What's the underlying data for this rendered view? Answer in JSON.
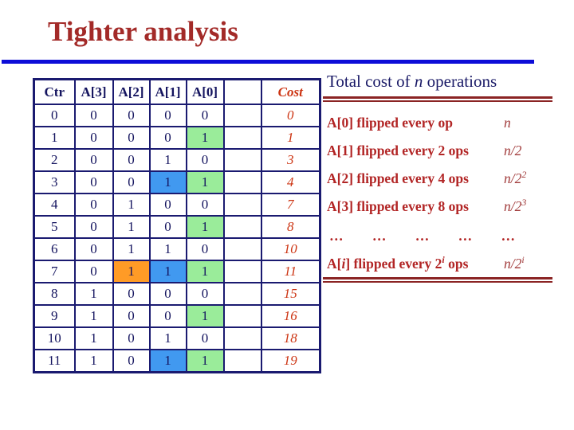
{
  "slide": {
    "title": "Tighter analysis"
  },
  "table": {
    "headers": [
      "Ctr",
      "A[3]",
      "A[2]",
      "A[1]",
      "A[0]",
      "",
      "Cost"
    ],
    "rows": [
      {
        "ctr": "0",
        "bits": [
          "0",
          "0",
          "0",
          "0"
        ],
        "hl": [
          "",
          "",
          "",
          ""
        ],
        "cost": "0"
      },
      {
        "ctr": "1",
        "bits": [
          "0",
          "0",
          "0",
          "1"
        ],
        "hl": [
          "",
          "",
          "",
          "g"
        ],
        "cost": "1"
      },
      {
        "ctr": "2",
        "bits": [
          "0",
          "0",
          "1",
          "0"
        ],
        "hl": [
          "",
          "",
          "",
          ""
        ],
        "cost": "3"
      },
      {
        "ctr": "3",
        "bits": [
          "0",
          "0",
          "1",
          "1"
        ],
        "hl": [
          "",
          "",
          "b",
          "g"
        ],
        "cost": "4"
      },
      {
        "ctr": "4",
        "bits": [
          "0",
          "1",
          "0",
          "0"
        ],
        "hl": [
          "",
          "",
          "",
          ""
        ],
        "cost": "7"
      },
      {
        "ctr": "5",
        "bits": [
          "0",
          "1",
          "0",
          "1"
        ],
        "hl": [
          "",
          "",
          "",
          "g"
        ],
        "cost": "8"
      },
      {
        "ctr": "6",
        "bits": [
          "0",
          "1",
          "1",
          "0"
        ],
        "hl": [
          "",
          "",
          "",
          ""
        ],
        "cost": "10"
      },
      {
        "ctr": "7",
        "bits": [
          "0",
          "1",
          "1",
          "1"
        ],
        "hl": [
          "",
          "o",
          "b",
          "g"
        ],
        "cost": "11"
      },
      {
        "ctr": "8",
        "bits": [
          "1",
          "0",
          "0",
          "0"
        ],
        "hl": [
          "",
          "",
          "",
          ""
        ],
        "cost": "15"
      },
      {
        "ctr": "9",
        "bits": [
          "1",
          "0",
          "0",
          "1"
        ],
        "hl": [
          "",
          "",
          "",
          "g"
        ],
        "cost": "16"
      },
      {
        "ctr": "10",
        "bits": [
          "1",
          "0",
          "1",
          "0"
        ],
        "hl": [
          "",
          "",
          "",
          ""
        ],
        "cost": "18"
      },
      {
        "ctr": "11",
        "bits": [
          "1",
          "0",
          "1",
          "1"
        ],
        "hl": [
          "",
          "",
          "b",
          "g"
        ],
        "cost": "19"
      }
    ]
  },
  "panel": {
    "title_segments": [
      {
        "text": "Total cost of ",
        "style": "normal"
      },
      {
        "text": "n",
        "style": "italic"
      },
      {
        "text": " operations",
        "style": "normal"
      }
    ],
    "items": [
      {
        "segments": [
          {
            "text": "A[0] flipped every op",
            "style": "normal"
          }
        ],
        "expr": [
          {
            "text": "n",
            "style": "italic"
          }
        ]
      },
      {
        "segments": [
          {
            "text": "A[1] flipped every 2 ops",
            "style": "normal"
          }
        ],
        "expr": [
          {
            "text": "n",
            "style": "italic"
          },
          {
            "text": "/2",
            "style": "normal"
          }
        ]
      },
      {
        "segments": [
          {
            "text": "A[2] flipped every 4 ops",
            "style": "normal"
          }
        ],
        "expr": [
          {
            "text": "n",
            "style": "italic"
          },
          {
            "text": "/2",
            "style": "normal"
          },
          {
            "text": "2",
            "style": "sup"
          }
        ]
      },
      {
        "segments": [
          {
            "text": "A[3] flipped every 8 ops",
            "style": "normal"
          }
        ],
        "expr": [
          {
            "text": "n",
            "style": "italic"
          },
          {
            "text": "/2",
            "style": "normal"
          },
          {
            "text": "3",
            "style": "sup"
          }
        ]
      },
      {
        "dots": [
          "…",
          "…",
          "…",
          "…",
          "…"
        ]
      },
      {
        "segments": [
          {
            "text": "A[",
            "style": "normal"
          },
          {
            "text": "i",
            "style": "italic"
          },
          {
            "text": "] flipped every 2",
            "style": "normal"
          },
          {
            "text": "i",
            "style": "supitalic"
          },
          {
            "text": " ops",
            "style": "normal"
          }
        ],
        "expr": [
          {
            "text": "n",
            "style": "italic"
          },
          {
            "text": "/2",
            "style": "normal"
          },
          {
            "text": "i",
            "style": "supitalic"
          }
        ]
      }
    ]
  },
  "colors": {
    "title_red": "#a32a28",
    "rule_blue": "#0d0dd8",
    "table_navy": "#1a1a70",
    "cost_red": "#cc3311",
    "panel_navy": "#191966",
    "item_red": "#b22525",
    "maroon_rule": "#8b2424",
    "hl_green": "#9aec9a",
    "hl_blue": "#4199f0",
    "hl_orange": "#ff9b26"
  }
}
